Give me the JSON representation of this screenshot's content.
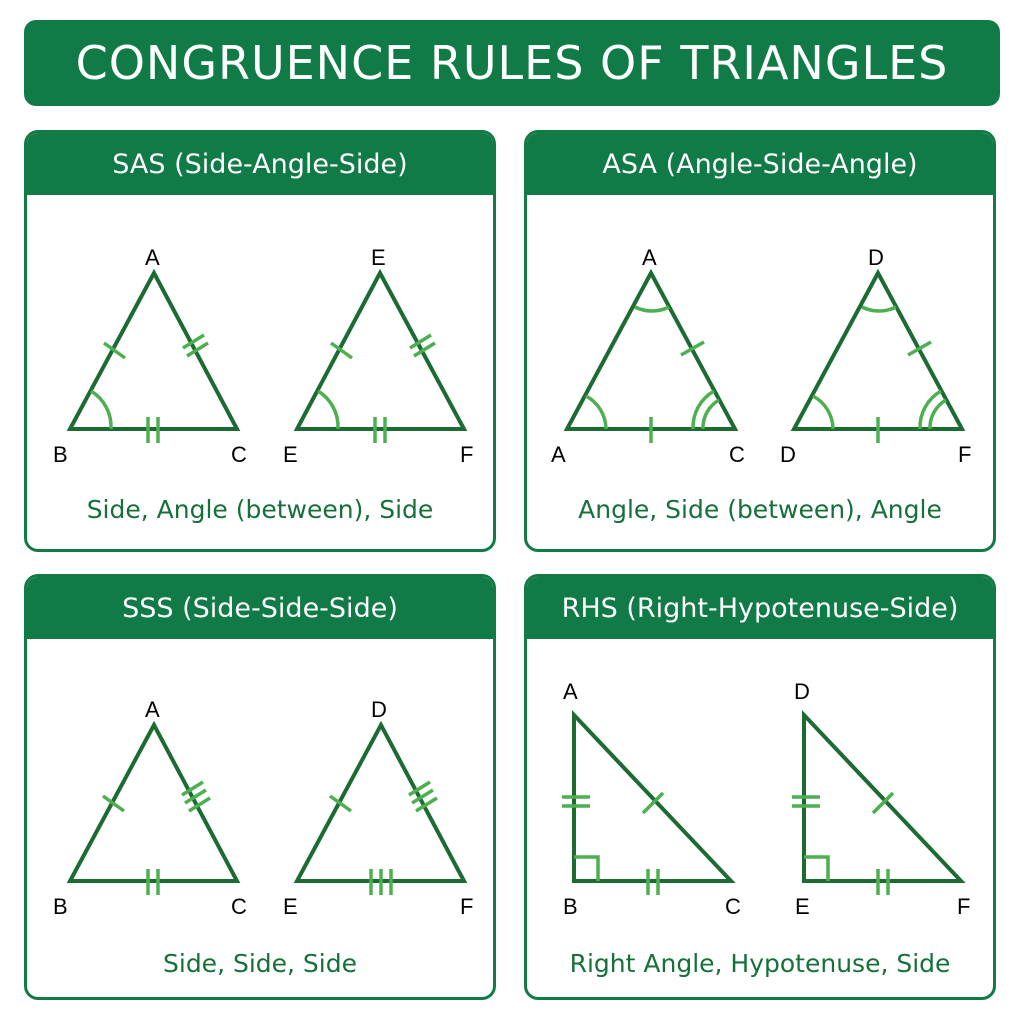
{
  "title": "CONGRUENCE RULES OF TRIANGLES",
  "colors": {
    "primary": "#107b47",
    "line": "#1b6b33",
    "mark": "#4caf50",
    "caption": "#17703a"
  },
  "panels": [
    {
      "id": "sas",
      "header": "SAS (Side-Angle-Side)",
      "caption": "Side, Angle (between), Side",
      "triangle1": {
        "top": "A",
        "left": "B",
        "right": "C"
      },
      "triangle2": {
        "top": "E",
        "left": "E",
        "right": "F"
      },
      "marks": {
        "left_side": 1,
        "right_side": 2,
        "base": 2,
        "angle_left": 1
      }
    },
    {
      "id": "asa",
      "header": "ASA (Angle-Side-Angle)",
      "caption": "Angle, Side (between), Angle",
      "triangle1": {
        "top": "A",
        "left": "A",
        "right": "C"
      },
      "triangle2": {
        "top": "D",
        "left": "D",
        "right": "F"
      },
      "marks": {
        "right_side": 1,
        "base": 1,
        "angle_top": 1,
        "angle_left": 1,
        "angle_right": 2
      }
    },
    {
      "id": "sss",
      "header": "SSS (Side-Side-Side)",
      "caption": "Side, Side, Side",
      "triangle1": {
        "top": "A",
        "left": "B",
        "right": "C"
      },
      "triangle2": {
        "top": "D",
        "left": "E",
        "right": "F"
      },
      "marks": {
        "left_side": 1,
        "right_side": 3,
        "base_t1": 2,
        "base_t2": 3
      }
    },
    {
      "id": "rhs",
      "header": "RHS (Right-Hypotenuse-Side)",
      "caption": "Right Angle, Hypotenuse, Side",
      "triangle1": {
        "top": "A",
        "left": "B",
        "right": "C"
      },
      "triangle2": {
        "top": "D",
        "left": "E",
        "right": "F"
      },
      "marks": {
        "vertical_side": 2,
        "hypotenuse": 1,
        "base": 2,
        "right_angle": true
      }
    }
  ]
}
